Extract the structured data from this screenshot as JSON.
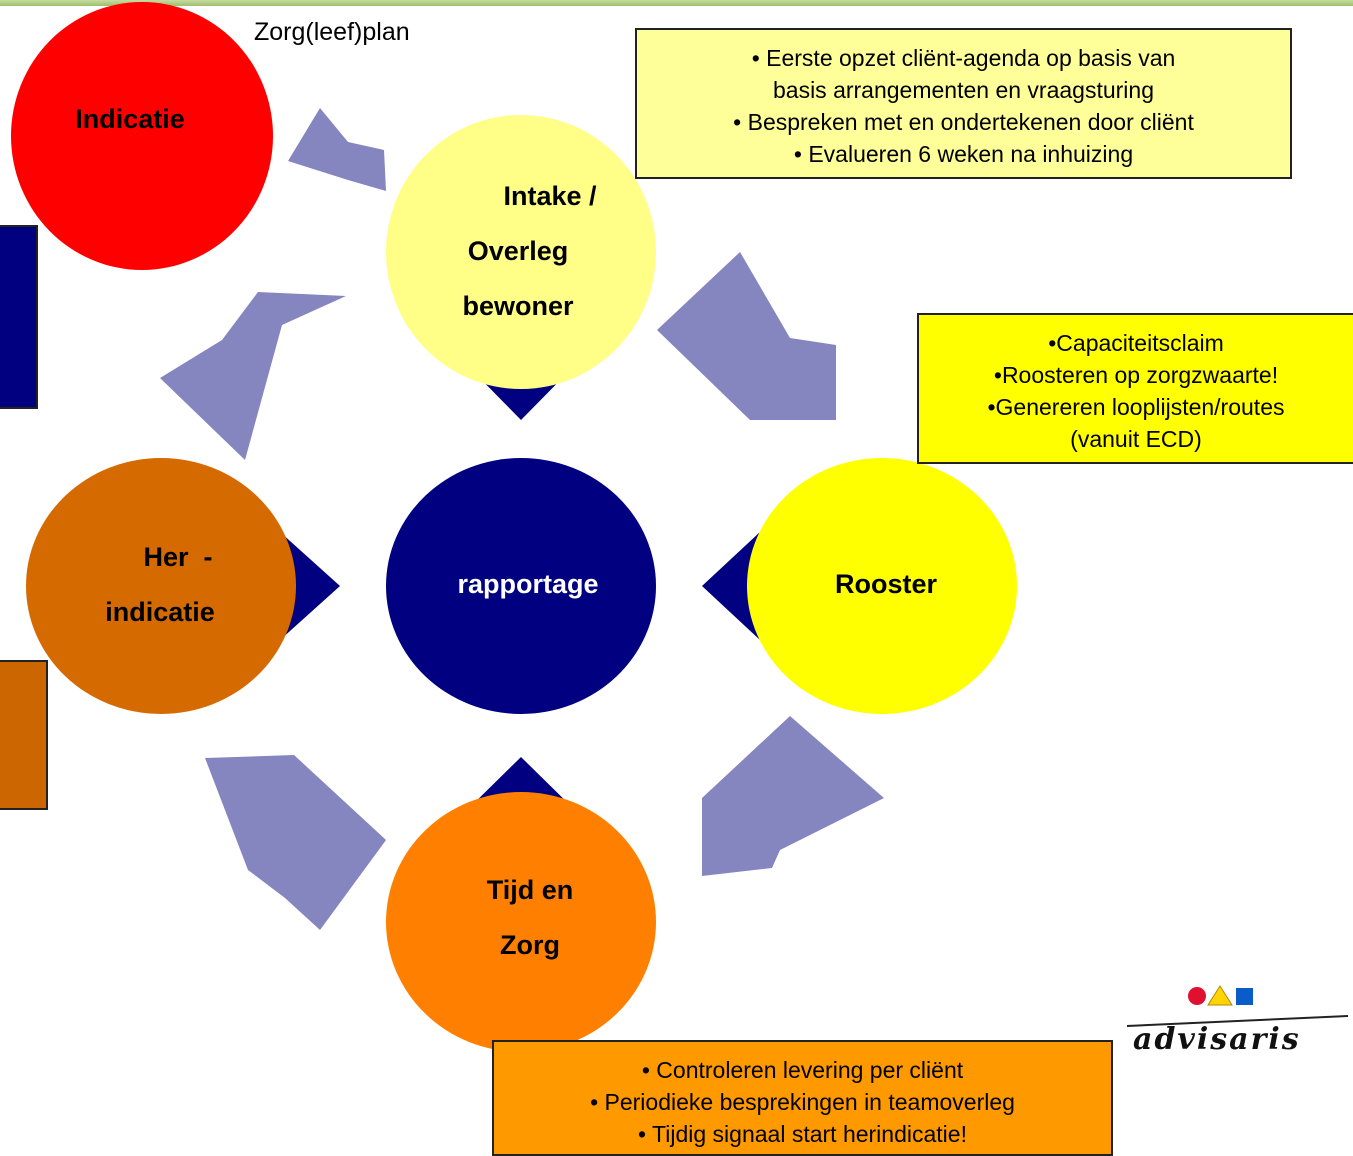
{
  "title": "Zorg(leef)plan",
  "nodes": {
    "indicatie": "Indicatie",
    "intake": [
      "Intake /",
      "Overleg",
      "bewoner"
    ],
    "rapportage": "rapportage",
    "rooster": "Rooster",
    "herindicatie": [
      "Her  -",
      "indicatie"
    ],
    "tijd": [
      "Tijd en",
      "Zorg"
    ]
  },
  "boxes": {
    "intake": [
      "• Eerste opzet cliënt-agenda op basis van",
      "basis arrangementen en vraagsturing",
      "• Bespreken met en ondertekenen door cliënt",
      "• Evalueren 6 weken na inhuizing"
    ],
    "rooster": [
      "•Capaciteitsclaim",
      "•Roosteren op zorgzwaarte!",
      "•Genereren looplijsten/routes",
      "(vanuit ECD)"
    ],
    "tijd": [
      "• Controleren levering per cliënt",
      "• Periodieke besprekingen in teamoverleg",
      "• Tijdig signaal start herindicatie!"
    ]
  },
  "logo": {
    "word": "advisaris",
    "icons": [
      "red-circle",
      "yellow-triangle",
      "blue-square"
    ]
  },
  "colors": {
    "red": "#ff0000",
    "paleYellow": "#ffff88",
    "yellow": "#ffff00",
    "navy": "#000080",
    "rust": "#d56a00",
    "orange": "#ff8000",
    "arrow": "#8585c0"
  }
}
